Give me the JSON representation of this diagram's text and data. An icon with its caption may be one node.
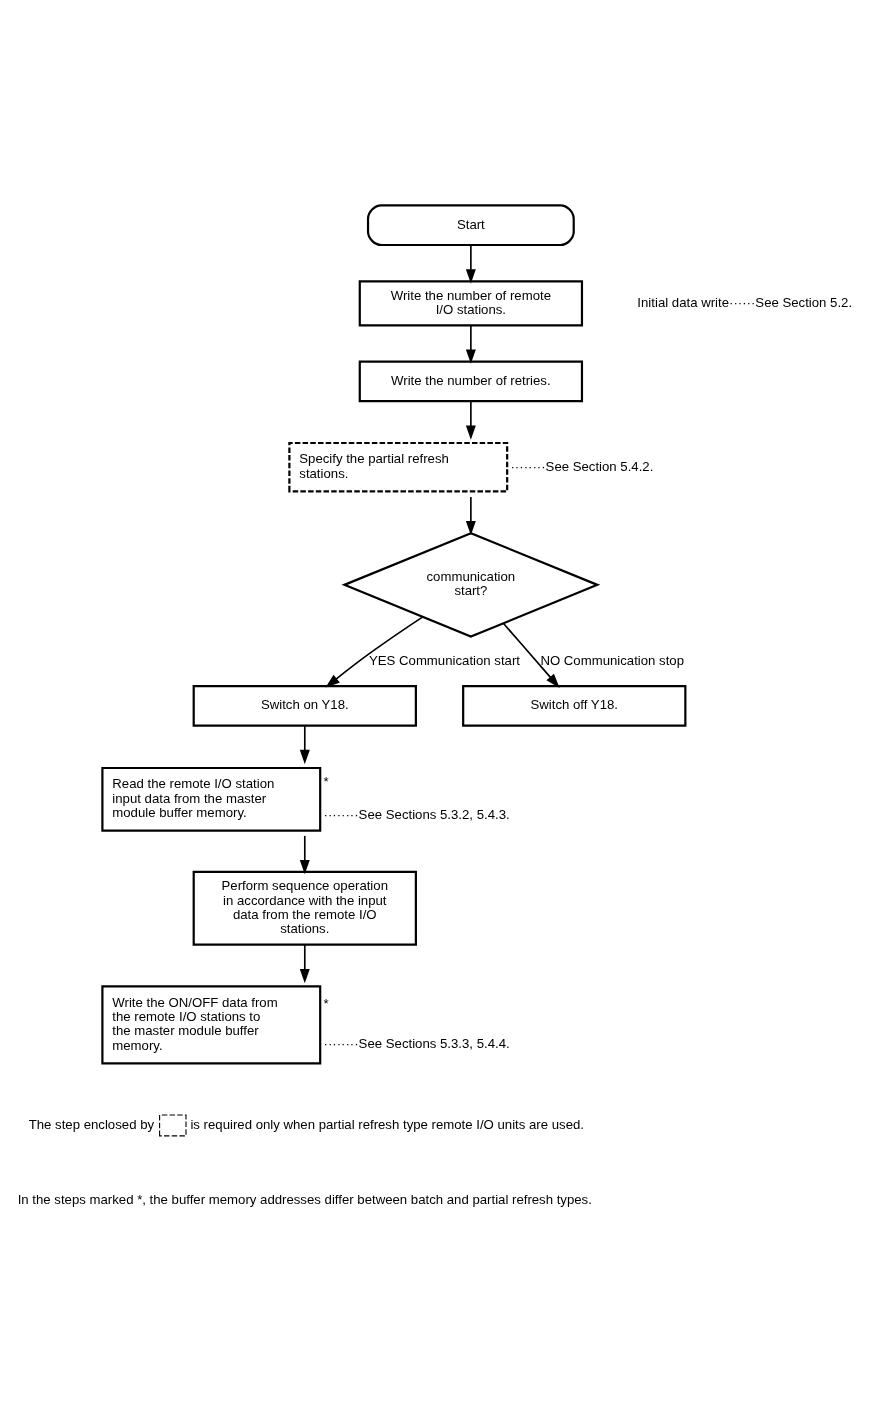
{
  "diagram": {
    "nodes": [
      {
        "text": [
          "Start"
        ]
      },
      {
        "text": [
          "Write the number of remote I/O stations."
        ]
      },
      {
        "text": [
          "Write the number of retries."
        ]
      },
      {
        "text": [
          "Specify the partial refresh stations."
        ],
        "beside": [
          "········See Section 5.4.2."
        ]
      },
      {
        "text": [
          "communication start?"
        ]
      },
      {
        "text": [
          "Switch on Y18."
        ]
      },
      {
        "text": [
          "Switch off Y18."
        ]
      },
      {
        "text": [
          "Read the remote I/O station input data from the master module buffer memory."
        ],
        "beside": [
          "*",
          "········See Sections 5.3.2, 5.4.3."
        ]
      },
      {
        "text": [
          "Perform sequence operation in accordance with the input data from the remote I/O stations."
        ]
      },
      {
        "text": [
          "Write the ON/OFF data from the remote I/O stations to the master module buffer memory."
        ],
        "beside": [
          "*",
          "········See Sections 5.3.3, 5.4.4."
        ]
      }
    ],
    "edges": [
      {
        "from": 0,
        "to": 1,
        "arrow": "to"
      },
      {
        "from": 1,
        "to": 2,
        "arrow": "to"
      },
      {
        "from": 2,
        "to": 3,
        "arrow": "to"
      },
      {
        "from": 3,
        "to": 4,
        "arrow": "to"
      },
      {
        "from": 4,
        "to": 5,
        "arrow": "to",
        "label": "YES Communication start"
      },
      {
        "from": 4,
        "to": 6,
        "arrow": "to",
        "label": "NO Communication stop"
      },
      {
        "from": 5,
        "to": 7,
        "arrow": "to"
      },
      {
        "from": 7,
        "to": 8,
        "arrow": "to"
      },
      {
        "from": 8,
        "to": 9,
        "arrow": "to"
      }
    ],
    "labels": [
      "Initial data write······See Section 5.2.",
      "The step enclosed by",
      "is required only when partial refresh type remote I/O units are used.",
      "In the steps marked *, the buffer memory addresses differ between batch and partial refresh types."
    ]
  }
}
